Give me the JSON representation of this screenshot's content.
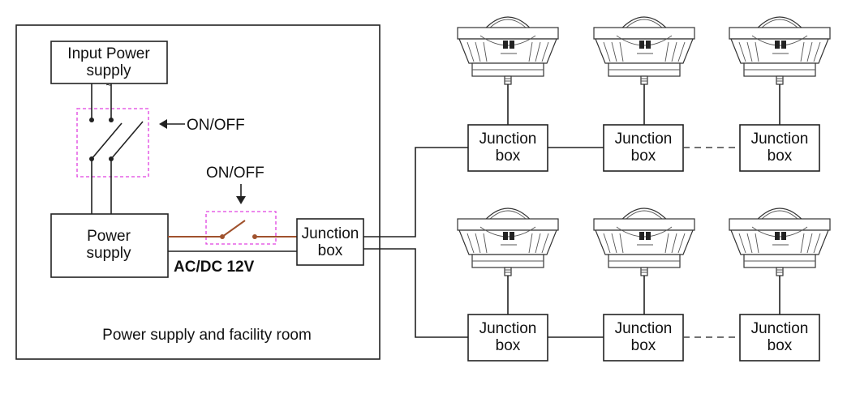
{
  "room": {
    "caption": "Power supply and facility room"
  },
  "input_power_supply": {
    "line1": "Input Power",
    "line2": "supply",
    "ac_symbol": "~"
  },
  "main_switch": {
    "label": "ON/OFF"
  },
  "secondary_switch": {
    "label": "ON/OFF"
  },
  "power_supply": {
    "line1": "Power",
    "line2": "supply"
  },
  "output_voltage": {
    "label": "AC/DC 12V"
  },
  "room_junction_box": {
    "line1": "Junction",
    "line2": "box"
  },
  "lamp_rows": [
    {
      "junction_boxes": [
        {
          "line1": "Junction",
          "line2": "box"
        },
        {
          "line1": "Junction",
          "line2": "box"
        },
        {
          "line1": "Junction",
          "line2": "box"
        }
      ]
    },
    {
      "junction_boxes": [
        {
          "line1": "Junction",
          "line2": "box"
        },
        {
          "line1": "Junction",
          "line2": "box"
        },
        {
          "line1": "Junction",
          "line2": "box"
        }
      ]
    }
  ],
  "colors": {
    "outline": "#222222",
    "switch_dash": "#e040e0",
    "switched_wire": "#a0522d"
  },
  "icons": {
    "lamp": "pool-light-fixture-icon",
    "arrow": "arrow-icon"
  }
}
